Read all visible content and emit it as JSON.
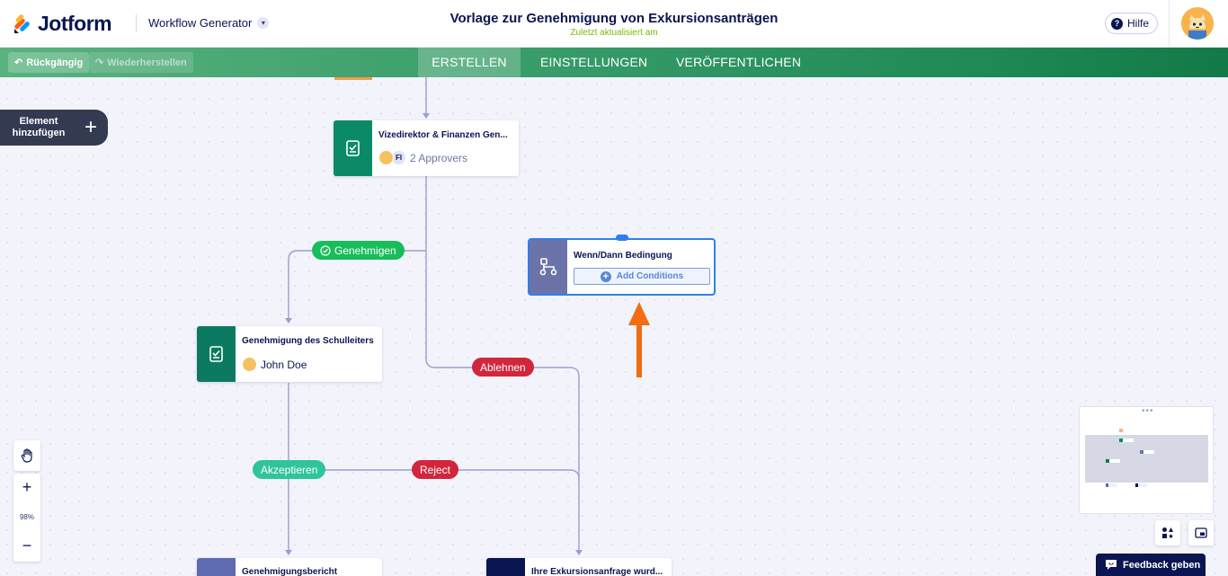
{
  "header": {
    "logo_text": "Jotform",
    "app_switcher": "Workflow Generator",
    "title": "Vorlage zur Genehmigung von Exkursionsanträgen",
    "subtitle": "Zuletzt aktualisiert am",
    "help_label": "Hilfe"
  },
  "toolbar": {
    "undo_label": "Rückgängig",
    "redo_label": "Wiederherstellen",
    "tabs": [
      {
        "label": "ERSTELLEN",
        "active": true
      },
      {
        "label": "EINSTELLUNGEN",
        "active": false
      },
      {
        "label": "VERÖFFENTLICHEN",
        "active": false
      }
    ]
  },
  "canvas": {
    "add_element_label": "Element hinzufügen",
    "nodes": {
      "vice_director": {
        "title": "Vizedirektor & Finanzen Gen...",
        "meta": "2 Approvers",
        "initials": "FI",
        "color": "#0b8a68"
      },
      "principal": {
        "title": "Genehmigung des Schulleiters",
        "meta": "John Doe",
        "color": "#0b7a60"
      },
      "condition": {
        "title": "Wenn/Dann Bedingung",
        "action": "Add Conditions",
        "color": "#6c73a8"
      },
      "report": {
        "title": "Genehmigungsbericht",
        "color": "#5e6bb0"
      },
      "rejected": {
        "title": "Ihre Exkursionsanfrage wurd...",
        "color": "#0a1551"
      }
    },
    "branches": {
      "approve": "Genehmigen",
      "decline": "Ablehnen",
      "accept": "Akzeptieren",
      "reject": "Reject"
    },
    "zoom_level": "98%"
  },
  "feedback_label": "Feedback geben",
  "colors": {
    "toolbar_start": "#5ab27f",
    "toolbar_end": "#117a48",
    "highlight_arrow": "#f26c12",
    "selection": "#2f80ed"
  }
}
